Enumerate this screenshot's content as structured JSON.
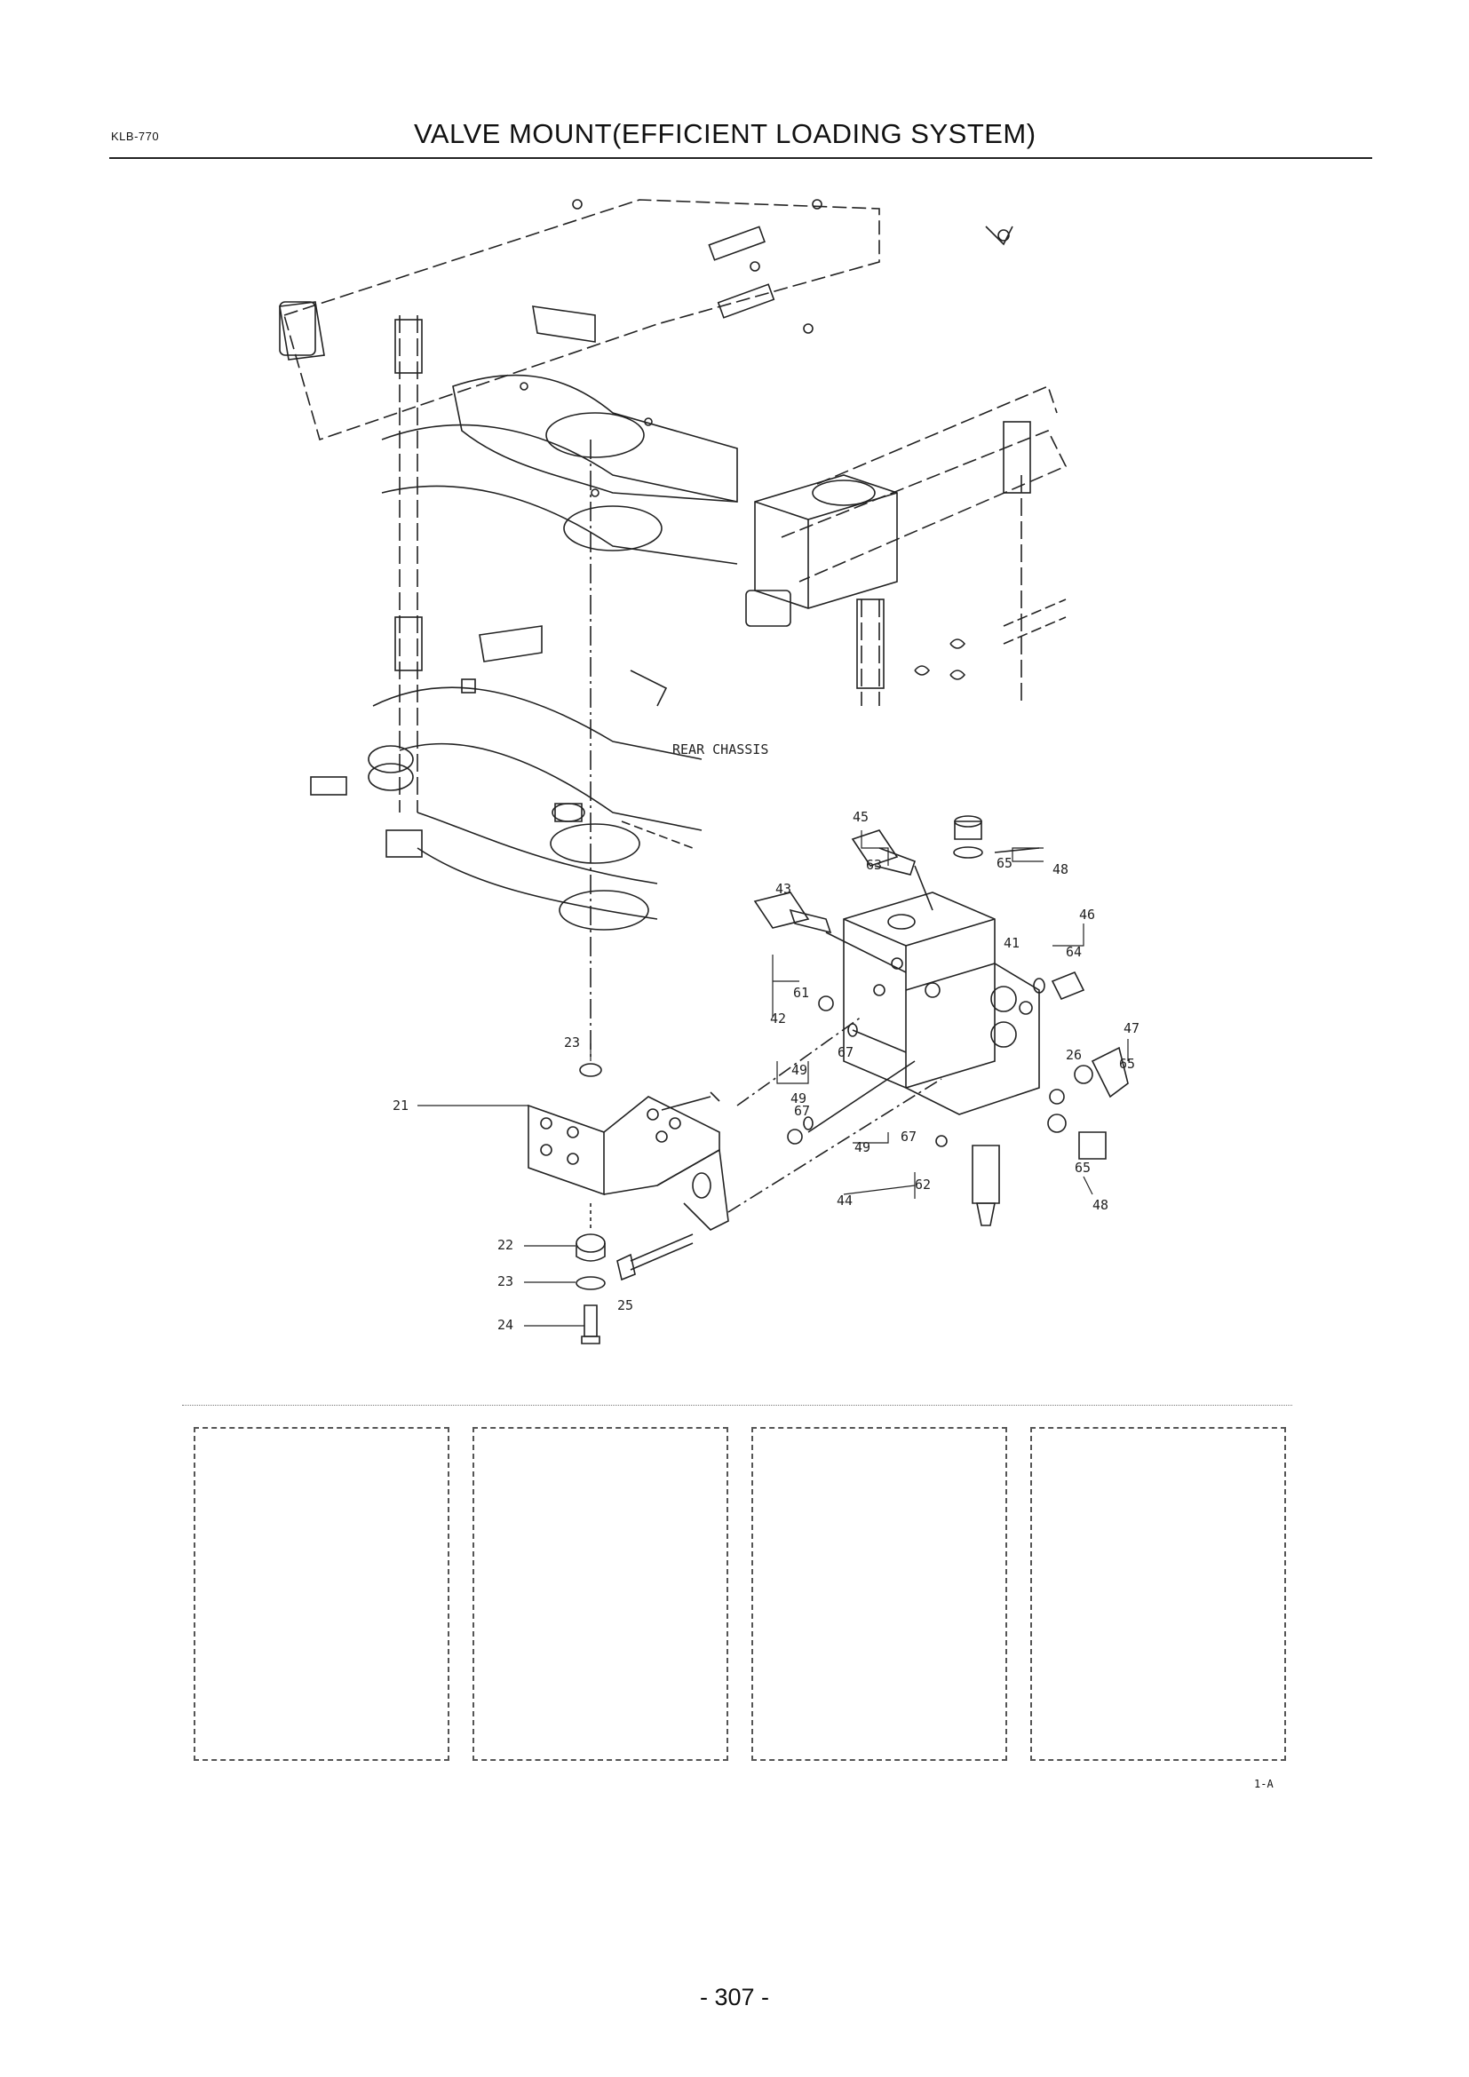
{
  "header": {
    "model_code": "KLB-770",
    "title": "VALVE MOUNT(EFFICIENT LOADING SYSTEM)"
  },
  "diagram": {
    "chassis_label": "REAR CHASSIS",
    "callouts": {
      "c21": "21",
      "c22": "22",
      "c23a": "23",
      "c23b": "23",
      "c24": "24",
      "c25": "25",
      "c26": "26",
      "c41": "41",
      "c42": "42",
      "c43": "43",
      "c44": "44",
      "c45": "45",
      "c46": "46",
      "c47": "47",
      "c48a": "48",
      "c48b": "48",
      "c49a": "49",
      "c49b": "49",
      "c49c": "49",
      "c61": "61",
      "c62": "62",
      "c63": "63",
      "c64": "64",
      "c65a": "65",
      "c65b": "65",
      "c65c": "65",
      "c67a": "67",
      "c67b": "67",
      "c67c": "67"
    }
  },
  "notes": {
    "boxes": [
      "",
      "",
      "",
      ""
    ]
  },
  "figure_ref": "1-A",
  "page_number": "- 307 -"
}
